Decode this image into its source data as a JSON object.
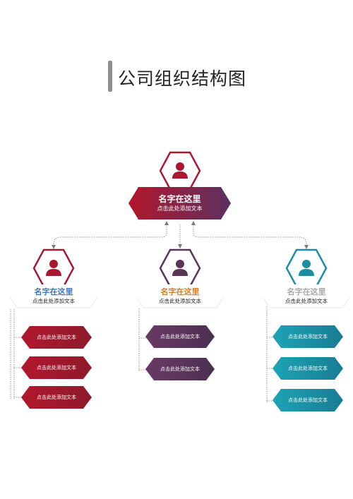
{
  "title": "公司组织结构图",
  "colors": {
    "red": "#a8192f",
    "purple": "#5a3558",
    "teal": "#1b8ea3",
    "blue_text": "#3b73c5",
    "orange_text": "#e0781a",
    "gray_text": "#a9a9a9"
  },
  "root": {
    "name": "名字在这里",
    "subtitle": "点击此处添加文本",
    "icon": "user-icon"
  },
  "branches": [
    {
      "name": "名字在这里",
      "subtitle": "点击此处添加文本",
      "icon": "user-icon",
      "items": [
        "点击此处添加文本",
        "点击此处添加文本",
        "点击此处添加文本"
      ]
    },
    {
      "name": "名字在这里",
      "subtitle": "点击此处添加文本",
      "icon": "user-icon",
      "items": [
        "点击此处添加文本",
        "点击此处添加文本"
      ]
    },
    {
      "name": "名字在这里",
      "subtitle": "点击此处添加文本",
      "icon": "user-icon",
      "items": [
        "点击此处添加文本",
        "点击此处添加文本",
        "点击此处添加文本"
      ]
    }
  ]
}
